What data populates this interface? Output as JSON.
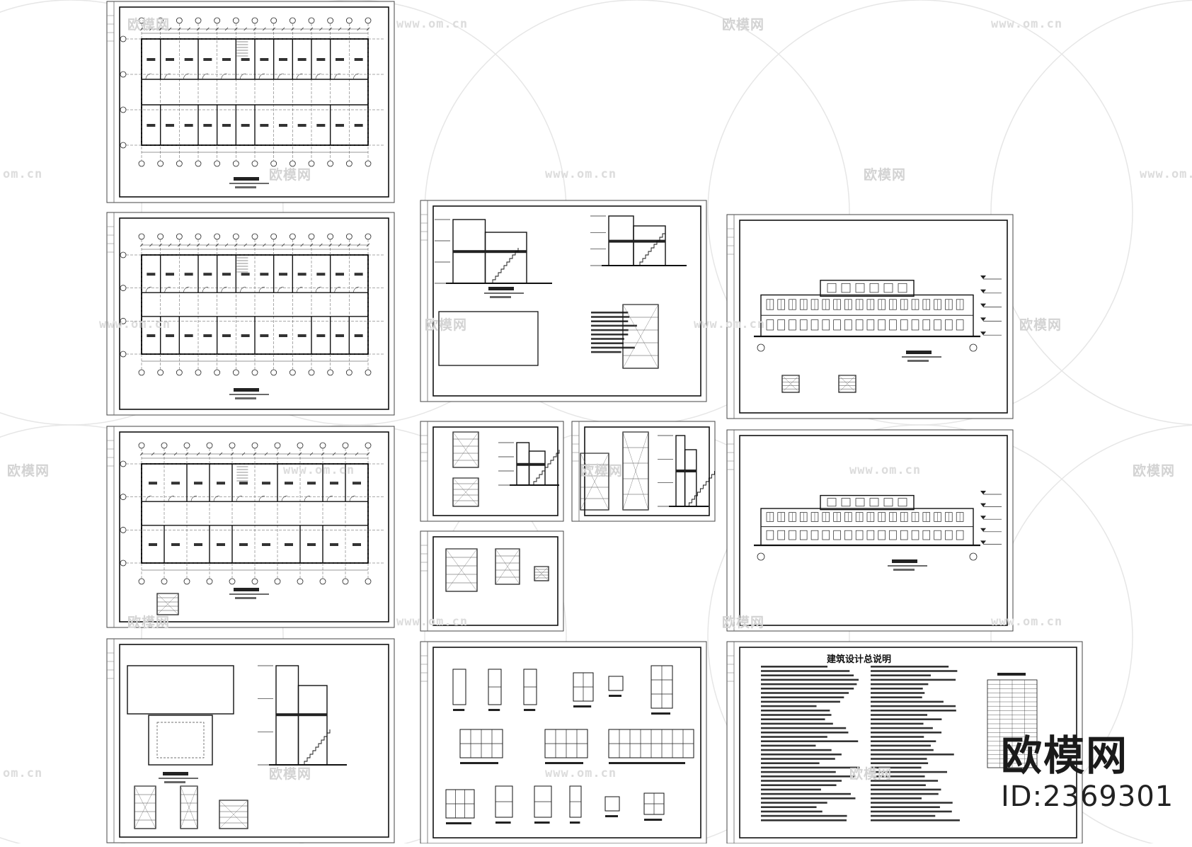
{
  "watermark": {
    "brand_cn": "欧模网",
    "url": "www.om.cn",
    "url_short": "om.cn"
  },
  "branding": {
    "logo_text": "欧模网",
    "id_text": "ID:2369301"
  },
  "sheets": {
    "design_notes_title": "建筑设计总说明"
  }
}
